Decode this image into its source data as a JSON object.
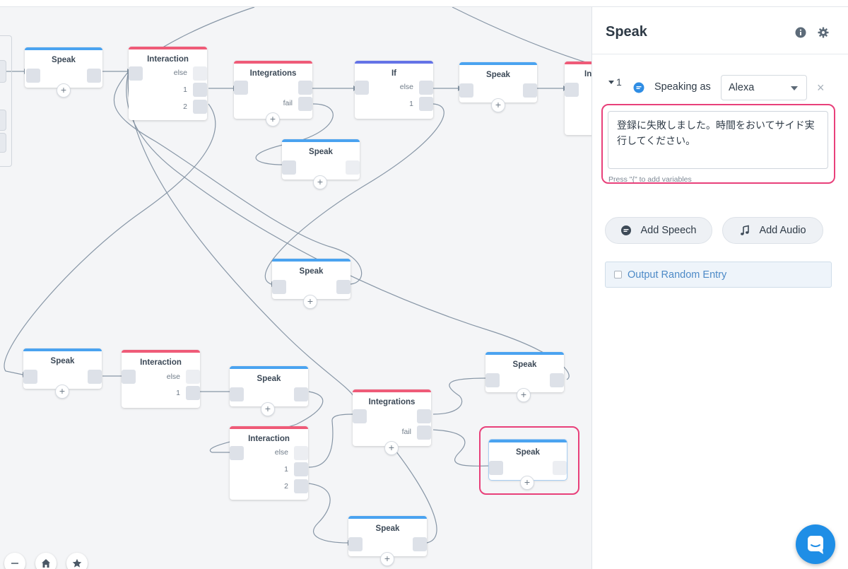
{
  "canvas": {
    "nodes": [
      {
        "title": "Speak",
        "ports": [],
        "color": "#4aa3f0"
      },
      {
        "title": "Interaction",
        "ports": [
          "else",
          "1",
          "2"
        ],
        "color": "#ef5b78"
      },
      {
        "title": "Integrations",
        "ports": [
          "fail"
        ],
        "color": "#ef5b78"
      },
      {
        "title": "If",
        "ports": [
          "else",
          "1"
        ],
        "color": "#6473e6"
      },
      {
        "title": "Speak",
        "ports": [],
        "color": "#4aa3f0"
      },
      {
        "title": "In",
        "ports": [],
        "color": "#ef5b78"
      },
      {
        "title": "Speak",
        "ports": [],
        "color": "#4aa3f0"
      },
      {
        "title": "Speak",
        "ports": [],
        "color": "#4aa3f0"
      },
      {
        "title": "Speak",
        "ports": [],
        "color": "#4aa3f0"
      },
      {
        "title": "Interaction",
        "ports": [
          "else",
          "1"
        ],
        "color": "#ef5b78"
      },
      {
        "title": "Speak",
        "ports": [],
        "color": "#4aa3f0"
      },
      {
        "title": "Interaction",
        "ports": [
          "else",
          "1",
          "2"
        ],
        "color": "#ef5b78"
      },
      {
        "title": "Integrations",
        "ports": [
          "fail"
        ],
        "color": "#ef5b78"
      },
      {
        "title": "Speak",
        "ports": [],
        "color": "#4aa3f0"
      },
      {
        "title": "Speak",
        "ports": [],
        "color": "#4aa3f0"
      },
      {
        "title": "Speak",
        "ports": [],
        "color": "#4aa3f0"
      }
    ],
    "plus_symbol": "+",
    "zoom_controls": [
      "zoom-out",
      "home",
      "favorites"
    ]
  },
  "panel": {
    "title": "Speak",
    "entry_number": "1",
    "speaking_as_label": "Speaking as",
    "voice": "Alexa",
    "close": "×",
    "speech_text": "登録に失敗しました。時間をおいてサイド実行してください。",
    "hint": "Press \"{\" to add variables",
    "add_speech": "Add Speech",
    "add_audio": "Add Audio",
    "random_entry": "Output Random Entry"
  },
  "colors": {
    "accent": "#1f8ee6",
    "highlight": "#e8407a",
    "speak": "#4aa3f0",
    "interaction": "#ef5b78",
    "if": "#6473e6"
  }
}
